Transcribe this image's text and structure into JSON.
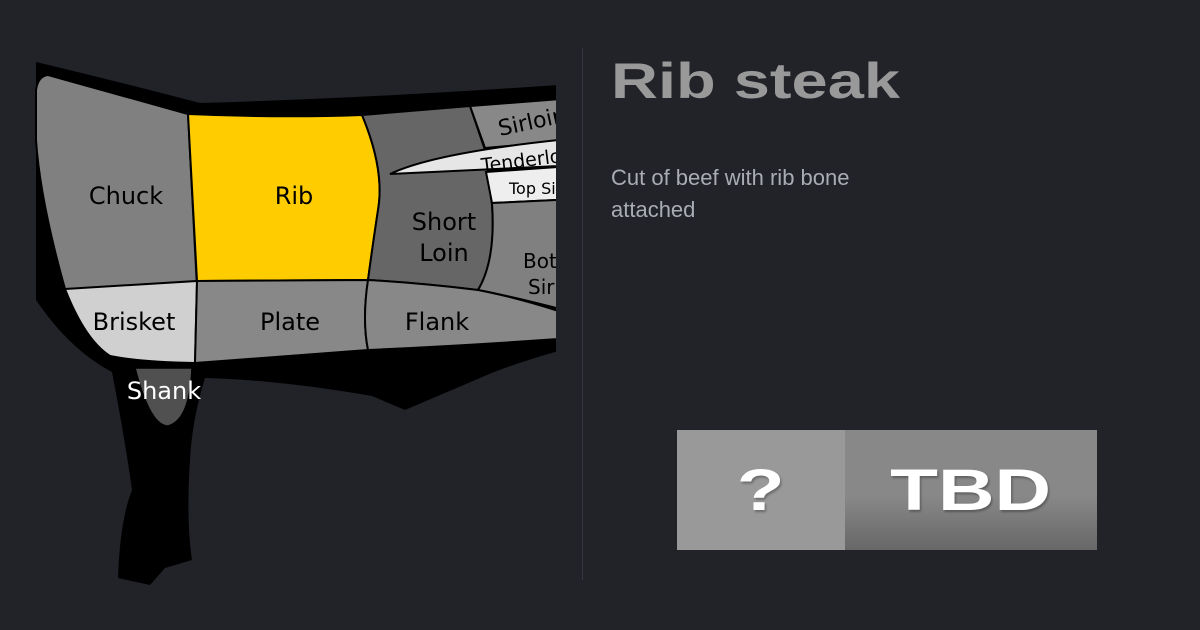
{
  "diagram": {
    "highlight_color": "#ffcc00",
    "cuts": {
      "chuck": "Chuck",
      "rib": "Rib",
      "short_loin_1": "Short",
      "short_loin_2": "Loin",
      "sirloin": "Sirloin",
      "tenderloin": "Tenderloin",
      "top_sirloin": "Top Sirloin",
      "bottom_sirloin_1": "Bottom",
      "bottom_sirloin_2": "Sirloin",
      "brisket": "Brisket",
      "plate": "Plate",
      "flank": "Flank",
      "shank": "Shank"
    },
    "selected": "Rib"
  },
  "info": {
    "title": "Rib steak",
    "description": "Cut of beef with rib bone attached"
  },
  "rating": {
    "icon": "?",
    "value": "TBD"
  }
}
